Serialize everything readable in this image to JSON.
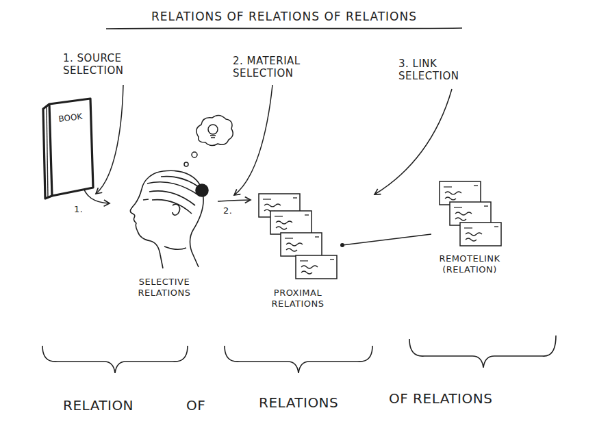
{
  "diagram": {
    "title": "RELATIONS OF RELATIONS OF RELATIONS",
    "nodes": [
      {
        "text": [
          "BOOK"
        ]
      },
      {
        "text": [
          "PROXIMAL RELATIONS"
        ]
      },
      {
        "text": [
          "REMOTELINK (RELATION)"
        ]
      }
    ],
    "edges": [
      {
        "from": 1,
        "to": 2,
        "arrow": "none"
      }
    ],
    "labels": [
      "1. SOURCE SELECTION",
      "2. MATERIAL SELECTION",
      "3. LINK SELECTION",
      "1.",
      "2.",
      "SELECTIVE RELATIONS",
      "RELATION",
      "OF",
      "RELATIONS",
      "OF RELATIONS"
    ]
  }
}
